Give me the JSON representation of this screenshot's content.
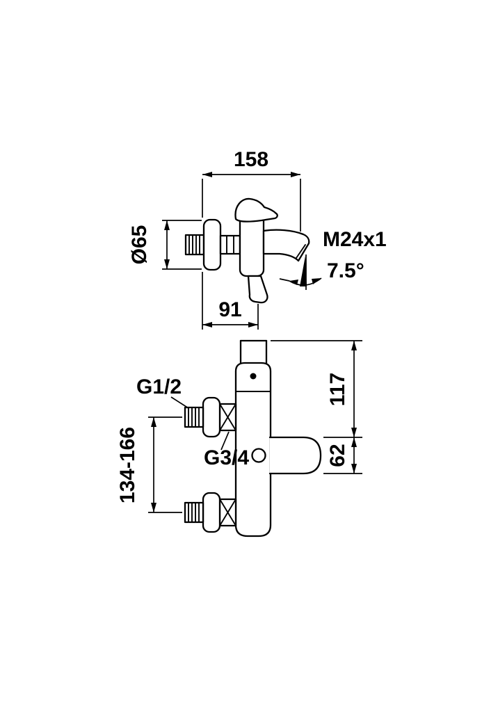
{
  "side_view": {
    "dim_width": "158",
    "dim_escutcheon_diameter": "Ø65",
    "dim_projection": "91",
    "label_aerator_thread": "M24x1",
    "label_spout_angle": "7.5°"
  },
  "front_view": {
    "label_inlet_thread": "G1/2",
    "label_union_thread": "G3/4",
    "dim_connection_centers": "134-166",
    "dim_upper_height": "117",
    "dim_lower_height": "62"
  },
  "colors": {
    "line": "#000000",
    "background": "#ffffff"
  }
}
